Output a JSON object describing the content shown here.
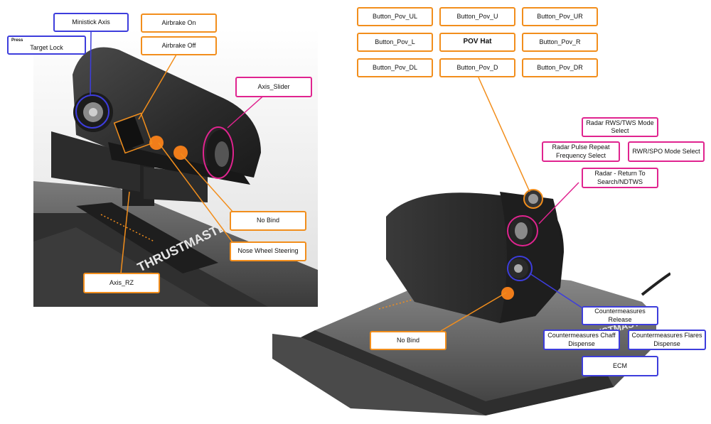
{
  "colors": {
    "orange": "#f28e1c",
    "pink": "#e0248f",
    "blue": "#3d3ddc",
    "throttle_body": "#2b2b2b",
    "base_grey": "#6f6f6f"
  },
  "left_throttle": {
    "labels": {
      "ministick_axis": "Ministick Axis",
      "press": "Press",
      "target_lock": "Target Lock",
      "airbrake_on": "Airbrake On",
      "airbrake_off": "Airbrake Off",
      "axis_slider": "Axis_Slider",
      "no_bind": "No Bind",
      "nose_wheel_steering": "Nose Wheel Steering",
      "axis_rz": "Axis_RZ"
    },
    "brand": "THRUSTMASTER"
  },
  "right_throttle": {
    "pov": {
      "ul": "Button_Pov_UL",
      "u": "Button_Pov_U",
      "ur": "Button_Pov_UR",
      "l": "Button_Pov_L",
      "center": "POV Hat",
      "r": "Button_Pov_R",
      "dl": "Button_Pov_DL",
      "d": "Button_Pov_D",
      "dr": "Button_Pov_DR"
    },
    "labels": {
      "radar_rws_tws": "Radar RWS/TWS Mode Select",
      "radar_prf": "Radar Pulse Repeat Frequency Select",
      "rwr_spo": "RWR/SPO Mode Select",
      "radar_return": "Radar - Return To Search/NDTWS",
      "cm_release": "Countermeasures Release",
      "cm_chaff": "Countermeasures Chaff Dispense",
      "cm_flares": "Countermeasures Flares Dispense",
      "ecm": "ECM",
      "no_bind": "No Bind"
    },
    "brand": "THRUSTMASTER"
  }
}
